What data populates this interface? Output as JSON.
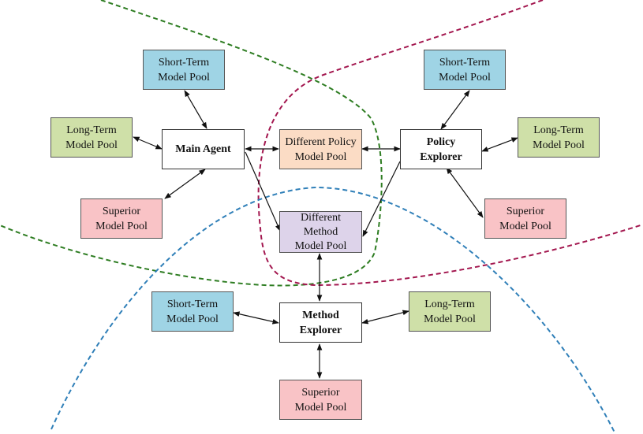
{
  "nodes": {
    "main_agent": "Main Agent",
    "policy_explorer": "Policy\nExplorer",
    "method_explorer": "Method\nExplorer",
    "diff_policy_pool": "Different Policy\nModel Pool",
    "diff_method_pool": "Different\nMethod\nModel Pool",
    "ma_short_term": "Short-Term\nModel Pool",
    "ma_long_term": "Long-Term\nModel Pool",
    "ma_superior": "Superior\nModel Pool",
    "pe_short_term": "Short-Term\nModel Pool",
    "pe_long_term": "Long-Term\nModel Pool",
    "pe_superior": "Superior\nModel Pool",
    "me_short_term": "Short-Term\nModel Pool",
    "me_long_term": "Long-Term\nModel Pool",
    "me_superior": "Superior\nModel Pool"
  },
  "colors": {
    "short_term": "#9fd4e5",
    "long_term": "#cfe0a8",
    "superior": "#f9c3c6",
    "diff_policy": "#fbdcc5",
    "diff_method": "#ddd3ea",
    "boundary_green": "#2e7d22",
    "boundary_crimson": "#a3174f",
    "boundary_blue": "#2f7fb8"
  }
}
